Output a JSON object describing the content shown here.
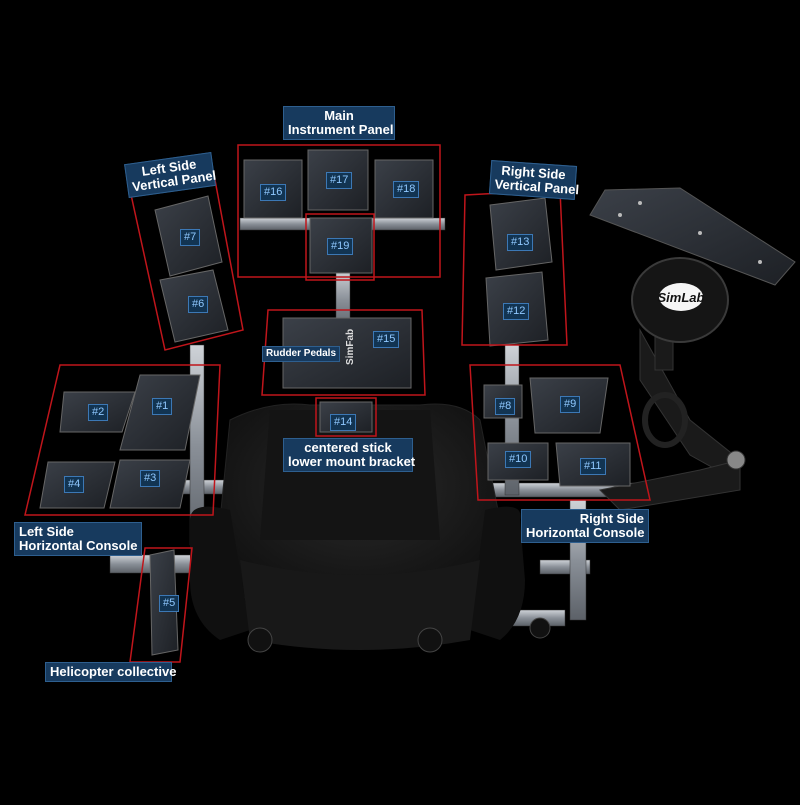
{
  "labels": {
    "main_panel": "Main\nInstrument Panel",
    "left_vertical": "Left Side\nVertical Panel",
    "right_vertical": "Right Side\nVertical Panel",
    "rudder_pedals": "Rudder Pedals",
    "centered_stick": "centered stick\nlower mount bracket",
    "left_horizontal": "Left Side\nHorizontal Console",
    "right_horizontal": "Right Side\nHorizontal Console",
    "helicopter_collective": "Helicopter collective"
  },
  "plates": [
    "#1",
    "#2",
    "#3",
    "#4",
    "#5",
    "#6",
    "#7",
    "#8",
    "#9",
    "#10",
    "#11",
    "#12",
    "#13",
    "#14",
    "#15",
    "#16",
    "#17",
    "#18",
    "#19"
  ],
  "product_text": {
    "simlab_logo": "SimLab",
    "plate_brand": "SimFab"
  },
  "colors": {
    "zone_outline": "#c0151b",
    "label_bg": "#173a5e",
    "plate_tag_text": "#8fc8ff"
  }
}
